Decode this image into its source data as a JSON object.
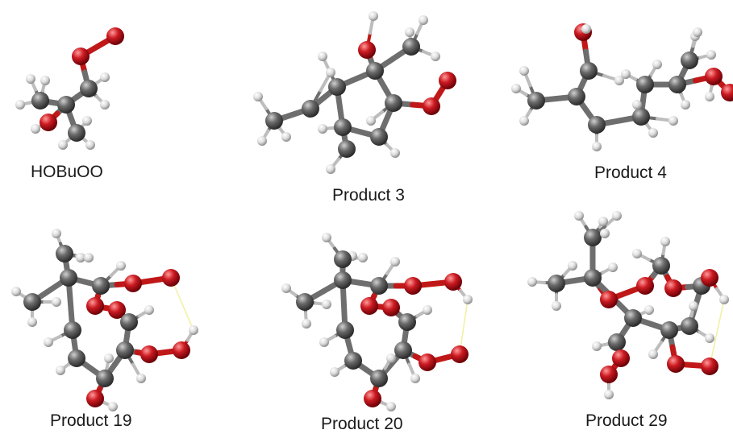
{
  "figure": {
    "panels": [
      {
        "id": "hobuoo",
        "label": "HOBuOO"
      },
      {
        "id": "p3",
        "label": "Product 3"
      },
      {
        "id": "p4",
        "label": "Product 4"
      },
      {
        "id": "p19",
        "label": "Product 19"
      },
      {
        "id": "p20",
        "label": "Product 20"
      },
      {
        "id": "p29",
        "label": "Product 29"
      }
    ]
  },
  "colors": {
    "carbon": "#5a5a5a",
    "oxygen": "#c8141e",
    "hydrogen": "#e6e6e6",
    "bond_carbon": "#6e6e6e",
    "bond_oxygen": "#c01818",
    "hbond": "#f2f0a0"
  }
}
